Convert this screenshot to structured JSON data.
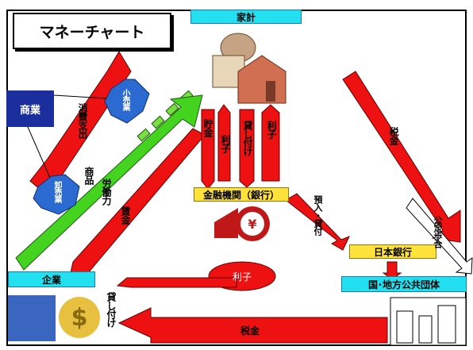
{
  "title": "マネーチャート",
  "nodes": {
    "household": "家計",
    "commerce": "商業",
    "company": "企業",
    "bank": "金融機関（銀行）",
    "central_bank": "日本銀行",
    "government": "国･地方公共団体",
    "retailer": "小売業",
    "wholesaler": "卸売業"
  },
  "flows": {
    "consumption": "消費支出",
    "goods": "商品",
    "labor": "労働力",
    "wages": "賃金",
    "taxes_household": "税金",
    "public_bonds": "公定歩合",
    "savings": "貯金",
    "interest_1": "利子",
    "loans": "貸し付け",
    "interest_2": "利子",
    "deposit_loan": "預入・貸付",
    "interest_company": "利子",
    "loans_company": "貸し付け",
    "taxes_company": "税金"
  }
}
